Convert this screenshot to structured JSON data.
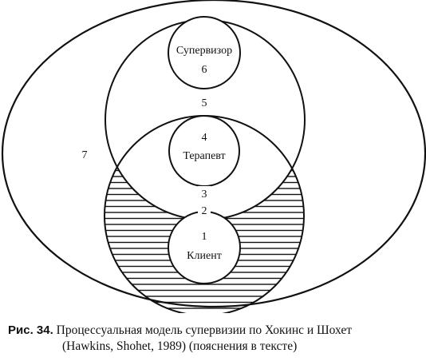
{
  "diagram": {
    "zones": [
      {
        "id": "zone-1",
        "number": "1",
        "label": "Клиент"
      },
      {
        "id": "zone-2",
        "number": "2",
        "label": ""
      },
      {
        "id": "zone-3",
        "number": "3",
        "label": ""
      },
      {
        "id": "zone-4",
        "number": "4",
        "label": "Терапевт"
      },
      {
        "id": "zone-5",
        "number": "5",
        "label": ""
      },
      {
        "id": "zone-6",
        "number": "6",
        "label": "Супервизор"
      },
      {
        "id": "zone-7",
        "number": "7",
        "label": ""
      }
    ],
    "hatched_region": "therapy-circle-lower-part",
    "stroke_color": "#111111",
    "background_color": "#ffffff"
  },
  "caption": {
    "figure_label": "Рис. 34.",
    "line1": "Процессуальная модель супервизии по Хокинс и Шохет",
    "line2": "(Hawkins, Shohet, 1989) (пояснения в тексте)"
  }
}
